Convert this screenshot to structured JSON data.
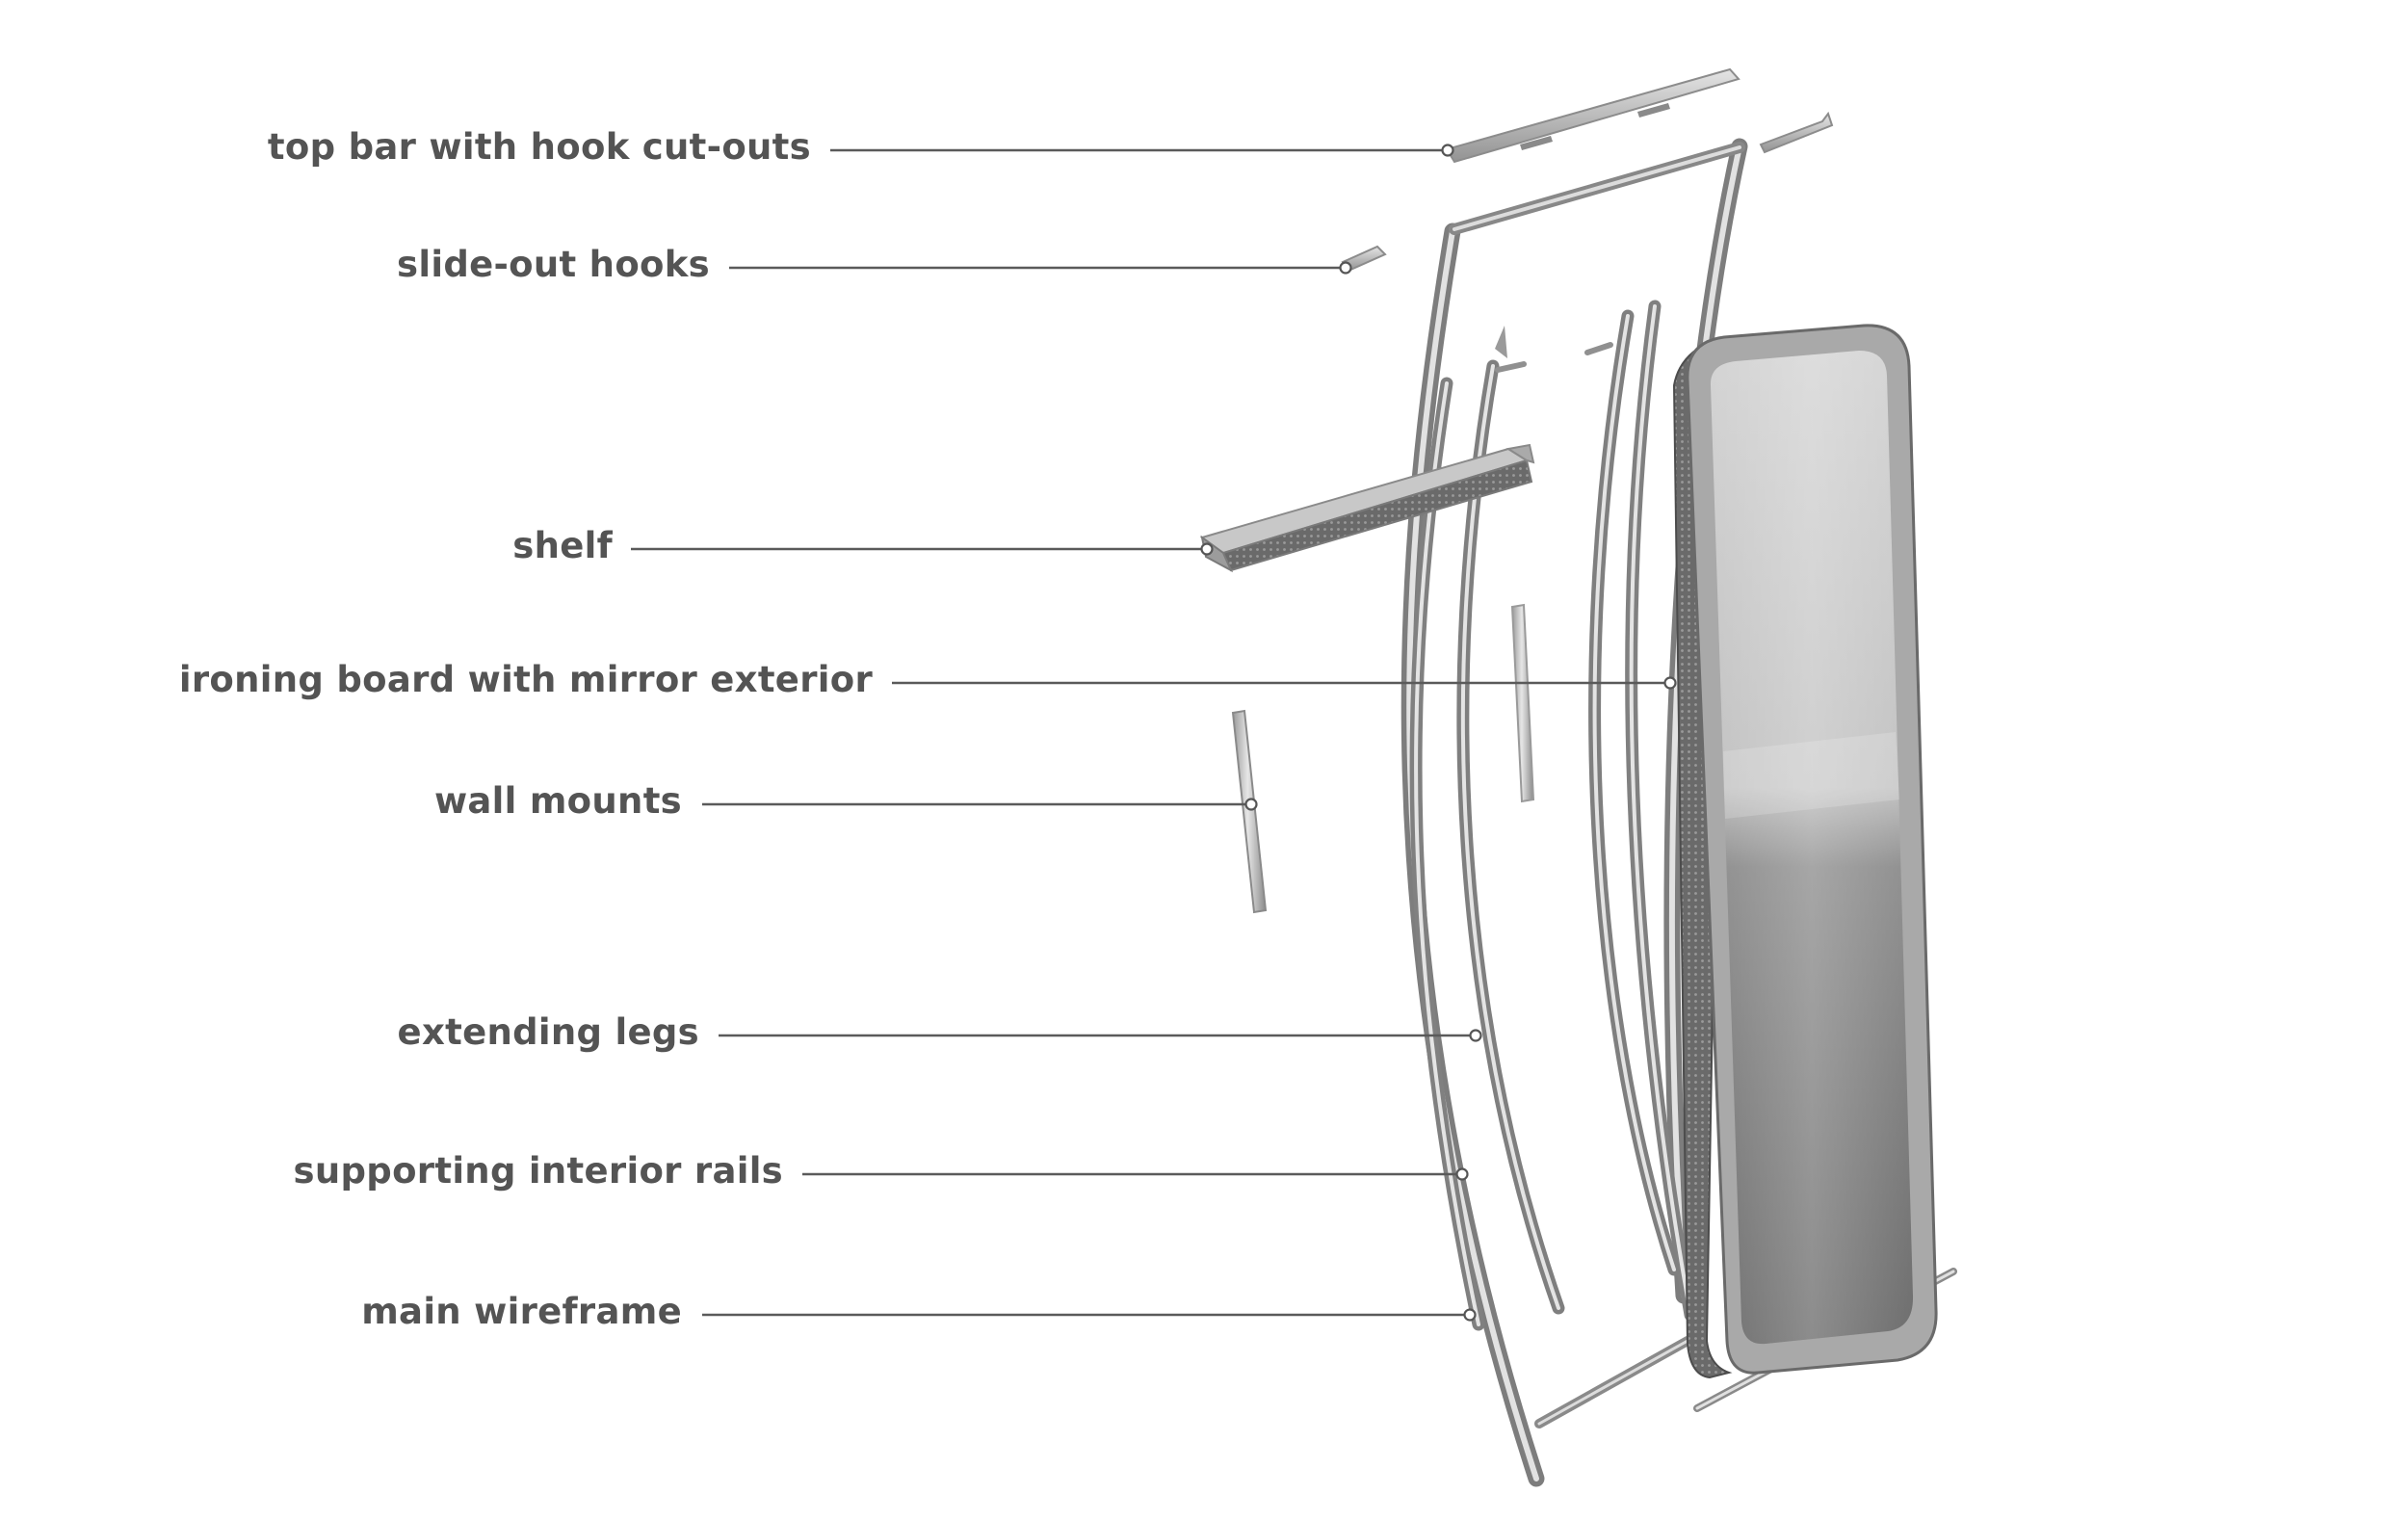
{
  "diagram": {
    "labels": [
      {
        "id": "top-bar",
        "text": "top bar with hook cut-outs"
      },
      {
        "id": "slide-out-hooks",
        "text": "slide-out hooks"
      },
      {
        "id": "shelf",
        "text": "shelf"
      },
      {
        "id": "ironing-board",
        "text": "ironing board with mirror exterior"
      },
      {
        "id": "wall-mounts",
        "text": "wall mounts"
      },
      {
        "id": "extending-legs",
        "text": "extending legs"
      },
      {
        "id": "interior-rails",
        "text": "supporting interior rails"
      },
      {
        "id": "main-wireframe",
        "text": "main wireframe"
      }
    ],
    "colors": {
      "label_text": "#545454",
      "leader_line": "#5a5a5a",
      "metal_light": "#e0e0e0",
      "metal_dark": "#8e8e8e",
      "mirror_top": "#cfcfcf",
      "mirror_bottom": "#777777",
      "frame_edge": "#4c4c4c"
    }
  }
}
